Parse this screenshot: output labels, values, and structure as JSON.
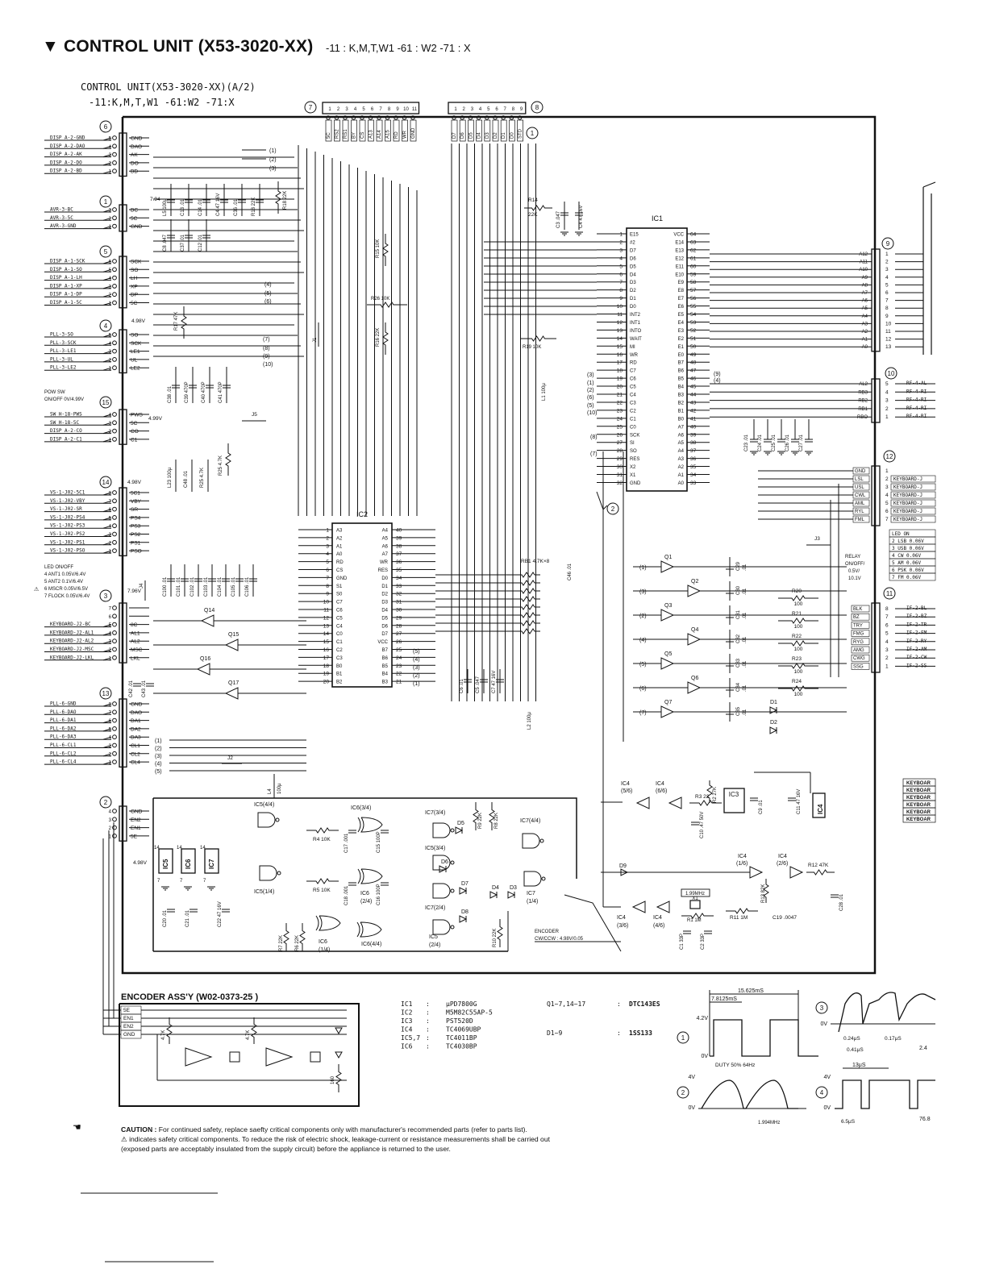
{
  "page": {
    "title": "▼ CONTROL UNIT (X53-3020-XX)",
    "variants": "-11 : K,M,T,W1   -61 : W2   -71 : X",
    "sub_title_1": "CONTROL UNIT(X53-3020-XX)(A/2)",
    "sub_title_2": "-11:K,M,T,W1  -61:W2  -71:X"
  },
  "connectors": {
    "c6": {
      "num": "6",
      "pins": [
        "GND",
        "DAO",
        "AK",
        "DO",
        "BD"
      ],
      "nets": [
        "DISP A-2-GND",
        "DISP A-2-DAO",
        "DISP A-2-AK",
        "DISP A-2-DO",
        "DISP A-2-BD"
      ]
    },
    "c1": {
      "num": "1",
      "pins": [
        "BC",
        "5C",
        "GND"
      ],
      "nets": [
        "AVR-3-BC",
        "AVR-3-5C",
        "AVR-3-GND"
      ]
    },
    "c5": {
      "num": "5",
      "pins": [
        "SCK",
        "SO",
        "LH",
        "XP",
        "DP",
        "5C"
      ],
      "nets": [
        "DISP A-1-SCK",
        "DISP A-1-SO",
        "DISP A-1-LH",
        "DISP A-1-XP",
        "DISP A-1-DP",
        "DISP A-1-5C"
      ]
    },
    "c4": {
      "num": "4",
      "pins": [
        "SO",
        "SCK",
        "LE1",
        "UL",
        "LE2"
      ],
      "nets": [
        "PLL-3-SO",
        "PLL-3-SCK",
        "PLL-3-LE1",
        "PLL-3-UL",
        "PLL-3-LE2"
      ]
    },
    "c15": {
      "num": "15",
      "pins": [
        "PWS",
        "5C",
        "CO",
        "C1"
      ],
      "nets": [
        "SW H-18-PWS",
        "SW H-18-5C",
        "DISP A-2-CO",
        "DISP A-2-C1"
      ]
    },
    "c14": {
      "num": "14",
      "pins": [
        "5C1",
        "VBY",
        "SR",
        "PS4",
        "PS3",
        "PS2",
        "PS1",
        "PSO"
      ],
      "nets": [
        "VS-1-J02-5C1",
        "VS-1-J02-VBY",
        "VS-1-J02-SR",
        "VS-1-J02-PS4",
        "VS-1-J02-PS3",
        "VS-1-J02-PS2",
        "VS-1-J02-PS1",
        "VS-1-J02-PSO"
      ]
    },
    "c3": {
      "num": "3",
      "pins": [
        "",
        "",
        "8C",
        "AL1",
        "AL2",
        "MSC",
        "LKL"
      ],
      "nets": [
        "KEYBOARD-J2-BC",
        "KEYBOARD-J2-AL1",
        "KEYBOARD-J2-AL2",
        "KEYBOARD-J2-MSC",
        "KEYBOARD-J2-LKL"
      ]
    },
    "c13": {
      "num": "13",
      "pins": [
        "GND",
        "DAO",
        "DA1",
        "DA2",
        "DA3",
        "CL1",
        "CL2",
        "CL4"
      ],
      "nets": [
        "PLL-6-GND",
        "PLL-6-DAO",
        "PLL-6-DA1",
        "PLL-6-DA2",
        "PLL-6-DA3",
        "PLL-6-CL1",
        "PLL-6-CL2",
        "PLL-6-CL4"
      ]
    },
    "c2": {
      "num": "2",
      "pins": [
        "GND",
        "EN2",
        "EN1",
        "5E"
      ]
    },
    "c7": {
      "num": "7",
      "pins": [
        "5C",
        "RS2",
        "RS1",
        "BY",
        "CS",
        "A13",
        "A14",
        "A15",
        "RD",
        "WR",
        "GND"
      ]
    },
    "c8": {
      "num": "8",
      "pins": [
        "D7",
        "D6",
        "D5",
        "D4",
        "D3",
        "D2",
        "D1",
        "D0",
        "STD"
      ]
    },
    "c9": {
      "num": "9",
      "pins": [
        "A12",
        "A11",
        "A10",
        "A9",
        "A8",
        "A7",
        "A6",
        "A5",
        "A4",
        "A3",
        "A2",
        "A1",
        "A0"
      ]
    },
    "c10": {
      "num": "10",
      "pins": [
        "AL2",
        "RB3",
        "RB2",
        "RB1",
        "RBO"
      ],
      "nets": [
        "RF-4-AL",
        "RF-4-RI",
        "RF-4-RI",
        "RF-4-RI",
        "RF-4-RI"
      ]
    },
    "c12": {
      "num": "12",
      "pins": [
        "GND",
        "LSL",
        "USL",
        "CWL",
        "AML",
        "RYL",
        "FML"
      ],
      "nets": [
        "KEYBOARD-J",
        "KEYBOARD-J",
        "KEYBOARD-J",
        "KEYBOARD-J",
        "KEYBOARD-J",
        "KEYBOARD-J"
      ]
    },
    "c11": {
      "num": "11",
      "pins": [
        "BLK",
        "BZ",
        "TRY",
        "FMG",
        "RYG",
        "AMG",
        "CWG",
        "SSG"
      ],
      "nets": [
        "IF-2-BL",
        "IF-2-BZ",
        "IF-2-TR",
        "IF-2-FM",
        "IF-2-RY",
        "IF-2-AM",
        "IF-2-CW",
        "IF-2-SS"
      ]
    }
  },
  "side_notes": {
    "pow_sw": "POW SW ON/OFF 0V/4.99V",
    "led_table_left": [
      "LED   ON/OFF",
      "4  ANT1 0.05V/6.4V",
      "5  ANT2  0.1V/6.4V",
      "6  MSCR 0.05V/6.5V",
      "7  FLOCK 0.05V/6.4V"
    ],
    "led_table_right": [
      "LED  ON",
      "2  LSB 0.06V",
      "3  USB 0.06V",
      "4  CW 0.06V",
      "5  AM 0.06V",
      "6  PSK 0.06V",
      "7  FM 0.06V"
    ],
    "relay": "RELAY ON/OFF 0.5V/ 10.1V",
    "encoder_note": "ENCODER CW/CCW : 4.98V/0.05",
    "voltages": [
      "7.94",
      "4.98V",
      "4.99V",
      "4.98V",
      "7.96V",
      "4.98V"
    ]
  },
  "ics": {
    "ic1": {
      "label": "IC1",
      "left_pins": [
        "E15",
        "#2",
        "D7",
        "D6",
        "D5",
        "D4",
        "D3",
        "D2",
        "D1",
        "D0",
        "INT2",
        "INT1",
        "INTO",
        "WAIT",
        "MI",
        "WR",
        "RD",
        "C7",
        "C6",
        "C5",
        "C4",
        "C3",
        "C2",
        "C1",
        "C0",
        "SCK",
        "SI",
        "SO",
        "RES",
        "X2",
        "X1",
        "GND"
      ],
      "left_nums": [
        "1",
        "2",
        "3",
        "4",
        "5",
        "6",
        "7",
        "8",
        "9",
        "10",
        "11",
        "12",
        "13",
        "14",
        "15",
        "16",
        "17",
        "18",
        "19",
        "20",
        "21",
        "22",
        "23",
        "24",
        "25",
        "26",
        "27",
        "28",
        "29",
        "30",
        "31",
        "32"
      ],
      "right_pins": [
        "VCC",
        "E14",
        "E13",
        "E12",
        "E11",
        "E10",
        "E9",
        "E8",
        "E7",
        "E6",
        "E5",
        "E4",
        "E3",
        "E2",
        "E1",
        "E0",
        "B7",
        "B6",
        "B5",
        "B4",
        "B3",
        "B2",
        "B1",
        "B0",
        "A7",
        "A6",
        "A5",
        "A4",
        "A3",
        "A2",
        "A1",
        "A0"
      ],
      "right_nums": [
        "64",
        "63",
        "62",
        "61",
        "60",
        "59",
        "58",
        "57",
        "56",
        "55",
        "54",
        "53",
        "52",
        "51",
        "50",
        "49",
        "48",
        "47",
        "46",
        "45",
        "44",
        "43",
        "42",
        "41",
        "40",
        "39",
        "38",
        "37",
        "36",
        "35",
        "34",
        "33"
      ]
    },
    "ic2": {
      "label": "IC2",
      "left_pins": [
        "A3",
        "A2",
        "A1",
        "A0",
        "RD",
        "CS",
        "GND",
        "S1",
        "S0",
        "C7",
        "C6",
        "C5",
        "C4",
        "C0",
        "C1",
        "C2",
        "C3",
        "B0",
        "B1",
        "B2"
      ],
      "left_nums": [
        "1",
        "2",
        "3",
        "4",
        "5",
        "6",
        "7",
        "8",
        "9",
        "10",
        "11",
        "12",
        "13",
        "14",
        "15",
        "16",
        "17",
        "18",
        "19",
        "20"
      ],
      "right_pins": [
        "A4",
        "A5",
        "A6",
        "A7",
        "WR",
        "RES",
        "D0",
        "D1",
        "D2",
        "D3",
        "D4",
        "D5",
        "D6",
        "D7",
        "VCC",
        "B7",
        "B6",
        "B5",
        "B4",
        "B3"
      ],
      "right_nums": [
        "40",
        "39",
        "38",
        "37",
        "36",
        "35",
        "34",
        "33",
        "32",
        "31",
        "30",
        "29",
        "28",
        "27",
        "26",
        "25",
        "24",
        "23",
        "22",
        "21"
      ]
    }
  },
  "components": {
    "top_caps": [
      "L5 100μ",
      "C13 .01",
      "C14 .01",
      "C4 47 16V",
      "C36 .01",
      "R18 22K",
      "C8 .047",
      "C37 .01",
      "C12 .01"
    ],
    "top_right": [
      "R14 22K",
      "C3 .047",
      "C4 47 16V",
      "R15 10K",
      "R26 10K",
      "R16 22K",
      "R19 10K",
      "R17 47K",
      "L1 100μ"
    ],
    "mid_caps": [
      "C38 .01",
      "C39 470P",
      "C40 470P",
      "C41 470P",
      "L23 100μ",
      "C48 .01",
      "R25 4.7K",
      "C100 .01",
      "C101 .01",
      "C102 .01",
      "C103 .01",
      "C104 .01",
      "C105 .01",
      "C106 .01"
    ],
    "rb1": "RB1 4.7K×8",
    "c46": "C46 .01",
    "c6_c7": [
      "C6 .01",
      "C5 .047",
      "C7 47 16V"
    ],
    "l2": "L2 100μ",
    "c42_43": [
      "C42 .01",
      "C43 .01"
    ],
    "bus_caps": [
      "C23 .01",
      "C24 .01",
      "C25 .01",
      "C26 .01",
      "C27 .01"
    ],
    "transistors": [
      "Q1",
      "Q2",
      "Q3",
      "Q4",
      "Q5",
      "Q6",
      "Q7",
      "Q14",
      "Q15",
      "Q16",
      "Q17"
    ],
    "driver_caps": [
      "C29 .01",
      "C30 .01",
      "C31 .01",
      "C32 .01",
      "C33 .01",
      "C34 .01",
      "C35 .01"
    ],
    "driver_res": [
      "R20 100",
      "R21 100",
      "R22 100",
      "R23 100",
      "R24 100"
    ],
    "diodes": [
      "D1",
      "D2",
      "D3",
      "D4",
      "D5",
      "D6",
      "D7",
      "D8",
      "D9"
    ],
    "jumpers": [
      "J1",
      "J2",
      "J3",
      "J4",
      "J5"
    ],
    "lower": [
      "L4 100μ",
      "R4 10K",
      "C17 .001",
      "C15 100P",
      "R5 10K",
      "C18 .001",
      "C16 100P",
      "R9 22K",
      "R8 22K",
      "R7 22K",
      "R6 22K",
      "R10 22K",
      "C20 .01",
      "C21 .01",
      "C22 47 16V",
      "C10 .47 50V",
      "R3 22",
      "R2 27K",
      "C9 .01",
      "C11 47 16V",
      "R12 47K",
      "R13 82K",
      "R11 1M",
      "C19 .0047",
      "C28 .01",
      "R1 1M",
      "C1 33P",
      "C2 33P",
      "X1 1.99MHz"
    ],
    "gates": [
      "IC5(4/4)",
      "IC6(3/4)",
      "IC7(3/4)",
      "IC7(4/4)",
      "IC5(3/4)",
      "IC5(1/4)",
      "IC6(2/4)",
      "IC7(2/4)",
      "IC7(1/4)",
      "IC6(1/4)",
      "IC6(4/4)",
      "IC5(2/4)",
      "IC4(5/6)",
      "IC4(6/6)",
      "IC4(1/6)",
      "IC4(2/6)",
      "IC4(3/6)",
      "IC4(4/6)",
      "IC3",
      "IC5",
      "IC6",
      "IC7",
      "IC4"
    ]
  },
  "encoder": {
    "title": "ENCODER ASS'Y (W02-0373-25 )",
    "pins": [
      "5E",
      "EN1",
      "EN2",
      "GND"
    ],
    "parts": [
      "4.7K",
      "4.7K",
      "160"
    ]
  },
  "parts_list": [
    {
      "ref": "IC1",
      "part": "μPD7800G"
    },
    {
      "ref": "IC2",
      "part": "M5M82C55AP-5"
    },
    {
      "ref": "IC3",
      "part": "PST520D"
    },
    {
      "ref": "IC4",
      "part": "TC4069UBP"
    },
    {
      "ref": "IC5,7",
      "part": "TC4011BP"
    },
    {
      "ref": "IC6",
      "part": "TC4030BP"
    }
  ],
  "parts_list_2": [
    {
      "ref": "Q1~7,14~17",
      "part": "DTC143ES"
    },
    {
      "ref": "D1~9",
      "part": "1SS133"
    }
  ],
  "waveforms": {
    "w1": {
      "num": "1",
      "period": "15.625mS",
      "half": "7.8125mS",
      "high": "4.2V",
      "low": "0V",
      "note": "DUTY 50%   64Hz"
    },
    "w2": {
      "num": "2",
      "high": "4V",
      "low": "0V",
      "freq": "1.994MHz"
    },
    "w3": {
      "num": "3",
      "low": "0V",
      "t1": "0.24μS",
      "t2": "0.17μS",
      "t3": "0.41μS",
      "t4": "13μS",
      "right": "2.4"
    },
    "w4": {
      "num": "4",
      "high": "4V",
      "low": "0V",
      "t": "6.5μS",
      "right": "76.8"
    }
  },
  "right_edge_keyboard": [
    "KEYBOAR",
    "KEYBOAR",
    "KEYBOAR",
    "KEYBOAR",
    "KEYBOAR",
    "KEYBOAR"
  ],
  "nodes": [
    "1",
    "2",
    "3",
    "4",
    "5",
    "6",
    "7",
    "8",
    "9",
    "10"
  ],
  "caution": {
    "bold": "CAUTION :",
    "line1": " For continued safety, replace saefty critical components only with manufacturer's recommended parts (refer to parts list).",
    "line2": "⚠ indicates safety critical components.  To reduce the risk of electric shock, leakage-current or resistance measurements shall be carried out",
    "line3": "(exposed parts are acceptably insulated from the supply circuit) before the appliance is returned to the user."
  }
}
